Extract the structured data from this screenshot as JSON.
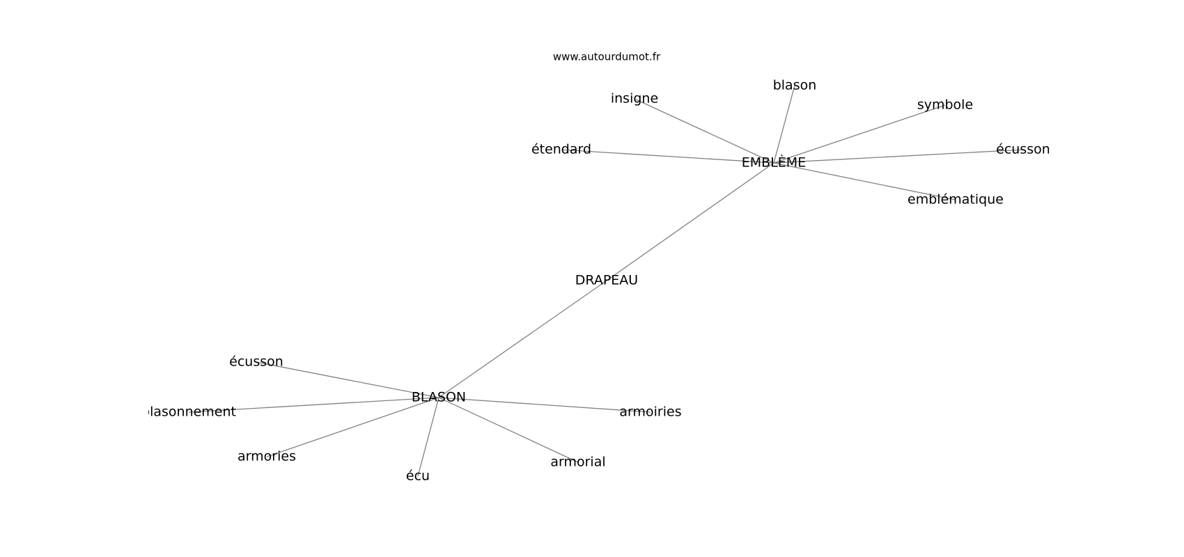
{
  "watermark": "www.autourdumot.fr",
  "graph": {
    "center": {
      "id": "drapeau",
      "label": "DRAPEAU"
    },
    "hubs": [
      {
        "id": "embleme",
        "label": "EMBLÈME",
        "neighbors": [
          {
            "id": "embleme-insigne",
            "label": "insigne"
          },
          {
            "id": "embleme-blason",
            "label": "blason"
          },
          {
            "id": "embleme-symbole",
            "label": "symbole"
          },
          {
            "id": "embleme-etendard",
            "label": "étendard"
          },
          {
            "id": "embleme-ecusson",
            "label": "écusson"
          },
          {
            "id": "embleme-emblematique",
            "label": "emblématique"
          }
        ]
      },
      {
        "id": "blason",
        "label": "BLASON",
        "neighbors": [
          {
            "id": "blason-ecusson",
            "label": "écusson"
          },
          {
            "id": "blason-blasonnement",
            "label": "blasonnement"
          },
          {
            "id": "blason-armories",
            "label": "armories"
          },
          {
            "id": "blason-ecu",
            "label": "écu"
          },
          {
            "id": "blason-armorial",
            "label": "armorial"
          },
          {
            "id": "blason-armoiries",
            "label": "armoiries"
          }
        ]
      }
    ]
  }
}
